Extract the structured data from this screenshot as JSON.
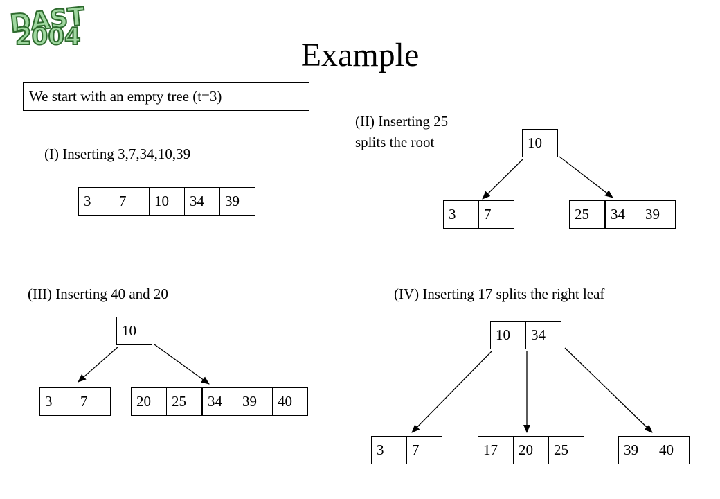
{
  "logo": {
    "line1": "DAST",
    "line2": "2004",
    "fill": "#9fd79f",
    "stroke": "#2e6b2e"
  },
  "title": "Example",
  "intro": "We start with an empty tree (t=3)",
  "step1": {
    "caption": "(I) Inserting 3,7,34,10,39",
    "leaf": [
      "3",
      "7",
      "10",
      "34",
      "39"
    ]
  },
  "step2": {
    "caption_line1": "(II) Inserting 25",
    "caption_line2": "splits the root",
    "root": [
      "10"
    ],
    "leaf_left": [
      "3",
      "7"
    ],
    "leaf_right": [
      "25",
      "34",
      "39"
    ]
  },
  "step3": {
    "caption": "(III) Inserting 40 and 20",
    "root": [
      "10"
    ],
    "leaf_left": [
      "3",
      "7"
    ],
    "leaf_right": [
      "20",
      "25",
      "34",
      "39",
      "40"
    ]
  },
  "step4": {
    "caption": "(IV) Inserting 17 splits the right leaf",
    "root": [
      "10",
      "34"
    ],
    "leaf_left": [
      "3",
      "7"
    ],
    "leaf_mid": [
      "17",
      "20",
      "25"
    ],
    "leaf_right": [
      "39",
      "40"
    ]
  }
}
